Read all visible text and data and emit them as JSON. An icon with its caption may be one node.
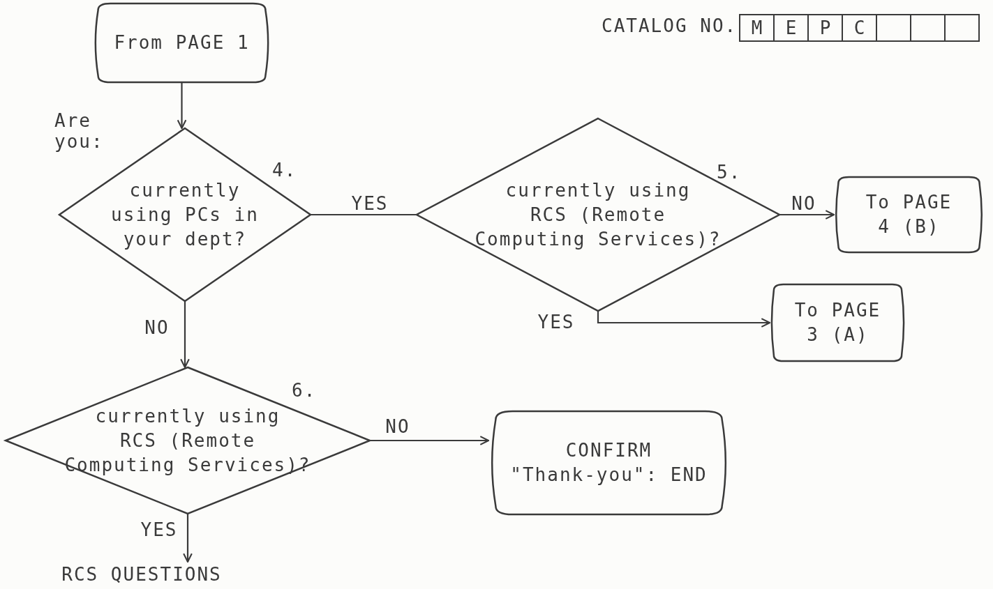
{
  "diagram": {
    "nodes": [
      {
        "text": [
          "From PAGE 1"
        ]
      },
      {
        "text": [
          "currently using PCs in your dept?"
        ],
        "beside": [
          "4."
        ]
      },
      {
        "text": [
          "currently using RCS (Remote Computing Services)?"
        ],
        "beside": [
          "5."
        ]
      },
      {
        "text": [
          "To PAGE 4 (B)"
        ]
      },
      {
        "text": [
          "To PAGE 3 (A)"
        ]
      },
      {
        "text": [
          "currently using RCS (Remote Computing Services)?"
        ],
        "beside": [
          "6."
        ]
      },
      {
        "text": [
          "CONFIRM \"Thank-you\": END"
        ]
      },
      {
        "text": [
          "RCS QUESTIONS"
        ]
      }
    ],
    "edges": [
      {
        "from": 0,
        "to": 1,
        "arrow": "to"
      },
      {
        "from": 1,
        "to": 2,
        "arrow": "none",
        "label": "YES"
      },
      {
        "from": 2,
        "to": 3,
        "arrow": "to",
        "label": "NO"
      },
      {
        "from": 2,
        "to": 4,
        "arrow": "to",
        "label": "YES"
      },
      {
        "from": 1,
        "to": 5,
        "arrow": "to",
        "label": "NO"
      },
      {
        "from": 5,
        "to": 6,
        "arrow": "to",
        "label": "NO"
      },
      {
        "from": 5,
        "to": 7,
        "arrow": "to",
        "label": "YES"
      }
    ],
    "labels": [
      "CATALOG NO.",
      "M",
      "E",
      "P",
      "C",
      "Are you:"
    ]
  }
}
